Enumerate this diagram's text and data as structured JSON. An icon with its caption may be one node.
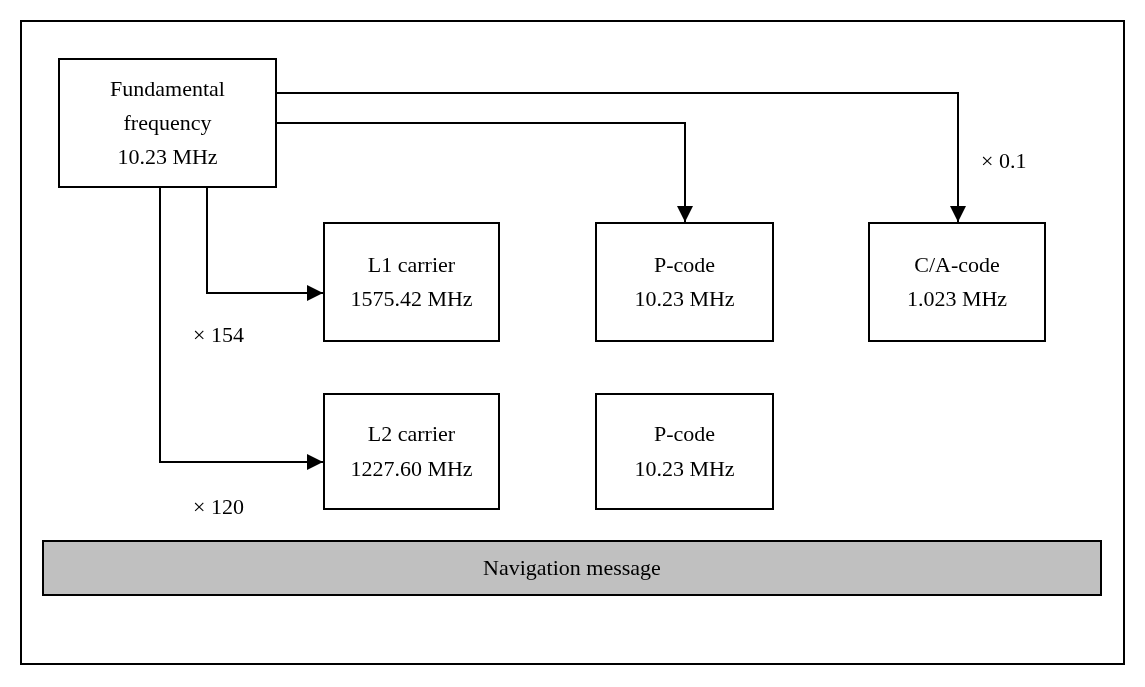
{
  "diagram": {
    "nodes": [
      {
        "text": [
          "Fundamental frequency",
          "10.23 MHz"
        ]
      },
      {
        "text": [
          "L1 carrier",
          "1575.42 MHz"
        ]
      },
      {
        "text": [
          "P-code",
          "10.23 MHz"
        ]
      },
      {
        "text": [
          "C/A-code",
          "1.023 MHz"
        ]
      },
      {
        "text": [
          "L2 carrier",
          "1227.60 MHz"
        ]
      },
      {
        "text": [
          "P-code",
          "10.23 MHz"
        ]
      },
      {
        "text": [
          "Navigation message"
        ]
      }
    ],
    "edges": [
      {
        "from": 0,
        "to": 1,
        "arrow": "to",
        "label": "× 154"
      },
      {
        "from": 0,
        "to": 4,
        "arrow": "to",
        "label": "× 120"
      },
      {
        "from": 0,
        "to": 2,
        "arrow": "to"
      },
      {
        "from": 0,
        "to": 3,
        "arrow": "to",
        "label": "× 0.1"
      }
    ]
  }
}
